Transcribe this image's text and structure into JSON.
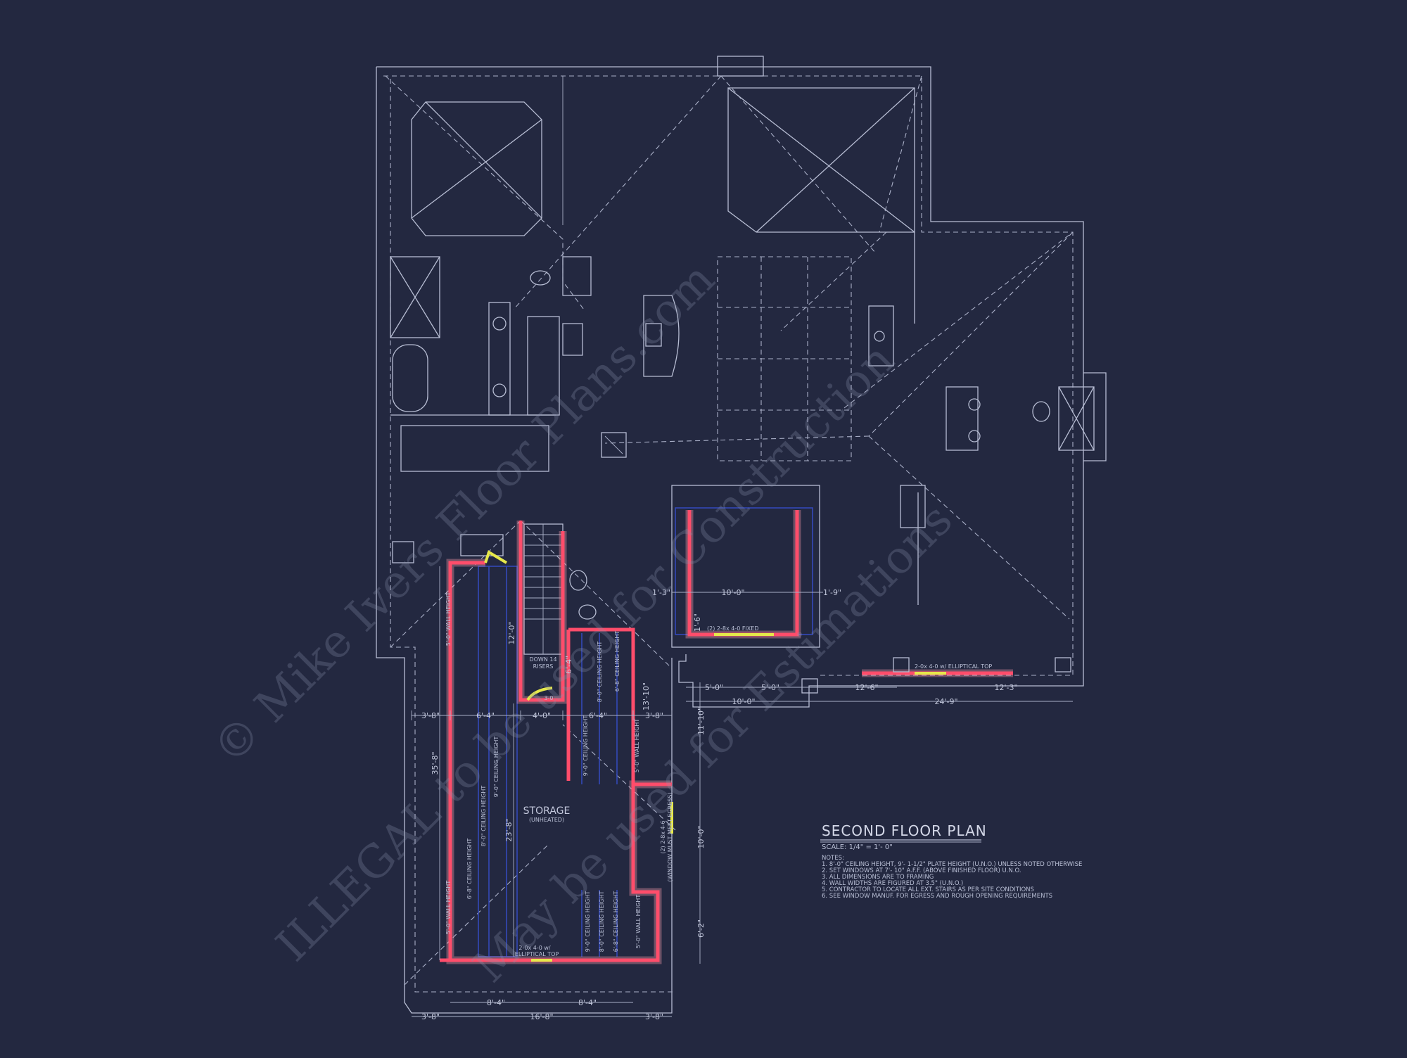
{
  "plan": {
    "title": "SECOND FLOOR PLAN",
    "scale": "SCALE: 1/4\" = 1'- 0\"",
    "notes_heading": "NOTES:",
    "notes": [
      "1.  8'-0\" CEILING HEIGHT, 9'- 1-1/2\" PLATE HEIGHT (U.N.O.) UNLESS NOTED OTHERWISE",
      "2.  SET WINDOWS AT 7'- 10\" A.F.F. (ABOVE FINISHED FLOOR) U.N.O.",
      "3.  ALL DIMENSIONS ARE TO FRAMING",
      "4.  WALL WIDTHS ARE FIGURED AT 3.5\" (U.N.O.)",
      "5.  CONTRACTOR TO LOCATE ALL EXT. STAIRS AS PER SITE CONDITIONS",
      "6.  SEE WINDOW MANUF. FOR EGRESS AND ROUGH OPENING REQUIREMENTS"
    ]
  },
  "rooms": {
    "storage": "STORAGE",
    "storage_sub": "(UNHEATED)",
    "stair_note_1": "DOWN 14",
    "stair_note_2": "RISERS"
  },
  "window_labels": {
    "fixed": "(2) 2-8x 4-0 FIXED",
    "elliptical_right": "2-0x 4-0 w/ ELLIPTICAL TOP",
    "elliptical_bottom_1": "2-0x 4-0 w/",
    "elliptical_bottom_2": "ELLIPTICAL TOP",
    "side_1": "(2) 2-8x 4-6",
    "side_2": "(WINDOW MUST MEET EGRESS)",
    "door": "3-0"
  },
  "ceiling_labels": {
    "wall5": "5'-0\" WALL HEIGHT",
    "ceil6": "6'-8\" CEILING HEIGHT",
    "ceil8": "8'-0\" CEILING HEIGHT",
    "ceil9": "9'-0\" CEILING HEIGHT"
  },
  "dimensions": {
    "d_3_8": "3'-8\"",
    "d_6_4": "6'-4\"",
    "d_4_0": "4'-0\"",
    "d_13_10": "13'-10\"",
    "d_11_10": "11'-10\"",
    "d_35_8": "35'-8\"",
    "d_23_8": "23'-8\"",
    "d_12_0": "12'-0\"",
    "d_10_0": "10'-0\"",
    "d_6_2": "6'-2\"",
    "d_8_4": "8'-4\"",
    "d_16_8": "16'-8\"",
    "d_5_0": "5'-0\"",
    "d_1_3": "1'-3\"",
    "d_1_9": "1'-9\"",
    "d_1_6": "1'-6\"",
    "d_12_6": "12'-6\"",
    "d_12_3": "12'-3\"",
    "d_24_9": "24'-9\""
  },
  "watermark": {
    "line1": "© Mike Ivers Floor Plans.com",
    "line2": "ILLEGAL to be used for Construction",
    "line3": "May be used for Estimations"
  },
  "colors": {
    "background": "#232840",
    "linework": "#b7bdd3",
    "highlight_wall": "#ff4d6b",
    "window": "#e6e84a",
    "ceiling_zone": "#3348b8"
  }
}
